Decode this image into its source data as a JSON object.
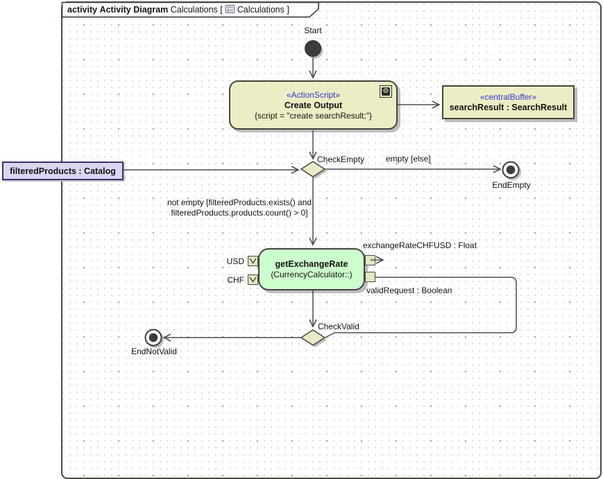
{
  "frame": {
    "keyword": "activity",
    "type_label": "Activity Diagram",
    "name": "Calculations",
    "open_bracket": "[",
    "tab_name": "Calculations",
    "close_bracket": "]"
  },
  "nodes": {
    "start": {
      "label": "Start"
    },
    "create_output": {
      "stereotype": "«ActionScript»",
      "name": "Create Output",
      "script": "{script = \"create searchResult;\"}"
    },
    "search_result_buffer": {
      "stereotype": "«centralBuffer»",
      "name": "searchResult : SearchResult"
    },
    "filtered_products": {
      "name": "filteredProducts : Catalog"
    },
    "check_empty": {
      "label": "CheckEmpty"
    },
    "end_empty": {
      "label": "EndEmpty"
    },
    "get_exchange_rate": {
      "name": "getExchangeRate",
      "qualifier": "(CurrencyCalculator::)"
    },
    "check_valid": {
      "label": "CheckValid"
    },
    "end_not_valid": {
      "label": "EndNotValid"
    }
  },
  "pins": {
    "usd": {
      "label": "USD"
    },
    "chf": {
      "label": "CHF"
    },
    "exchange_rate_out": {
      "label": "exchangeRateCHFUSD : Float"
    },
    "valid_request_out": {
      "label": "validRequest : Boolean"
    }
  },
  "edge_labels": {
    "empty_guard": "empty [else]",
    "not_empty_guard_line1": "not empty [filteredProducts.exists() and",
    "not_empty_guard_line2": "filteredProducts.products.count() > 0]"
  },
  "colors": {
    "node_fill_beige": "#ededc5",
    "node_fill_green": "#cdfecd",
    "object_fill_lavender": "#dad6f2",
    "stereotype_blue": "#3434cc",
    "edge_gray": "#4d4d4d",
    "shadow_gray": "#bdbdbd"
  }
}
